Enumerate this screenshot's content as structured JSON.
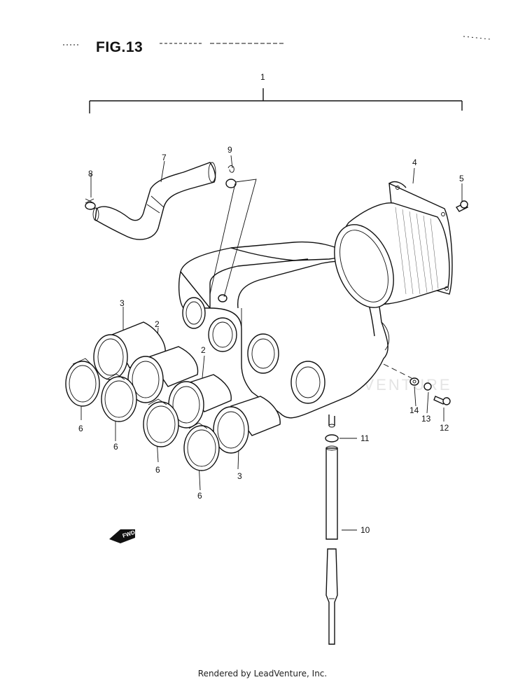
{
  "figure": {
    "title": "FIG.13",
    "footer": "Rendered by LeadVenture, Inc.",
    "watermark": "LEADVENTURE",
    "fwd_label": "FWD"
  },
  "callouts": {
    "c1": "1",
    "c2a": "2",
    "c2b": "2",
    "c3a": "3",
    "c3b": "3",
    "c4": "4",
    "c5": "5",
    "c6a": "6",
    "c6b": "6",
    "c6c": "6",
    "c6d": "6",
    "c7": "7",
    "c8": "8",
    "c9": "9",
    "c10": "10",
    "c11": "11",
    "c12": "12",
    "c13": "13",
    "c14": "14"
  }
}
